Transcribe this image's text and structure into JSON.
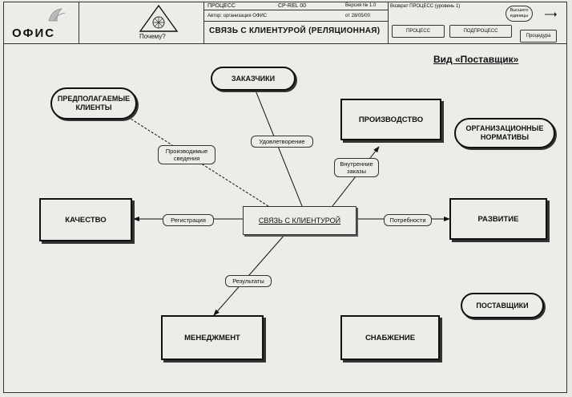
{
  "header": {
    "logo_text": "ОФИС",
    "why_label": "Почему?",
    "process_label": "ПРОЦЕСС",
    "code": "CP-REL 00",
    "version": "Версия № 1.0",
    "author": "Автор: организация ОФИС",
    "date": "от 28/05/00",
    "title": "СВЯЗЬ С КЛИЕНТУРОЙ (РЕЛЯЦИОННАЯ)",
    "return_label": "Возврат ПРОЦЕСС (уровень 1)",
    "higher_label": "Высшего единицы",
    "process_button": "ПРОЦЕСС",
    "subprocess_button": "ПОДПРОЦЕСС",
    "procedure_button": "Процедура"
  },
  "view_title": "Вид «Поставщик»",
  "nodes": {
    "customers": "ЗАКАЗЧИКИ",
    "prospective": "ПРЕДПОЛАГАЕМЫЕ КЛИЕНТЫ",
    "production": "ПРОИЗВОДСТВО",
    "org_norms": "ОРГАНИЗАЦИОННЫЕ НОРМАТИВЫ",
    "quality": "КАЧЕСТВО",
    "center": "СВЯЗЬ С КЛИЕНТУРОЙ",
    "development": "РАЗВИТИЕ",
    "suppliers": "ПОСТАВЩИКИ",
    "management": "МЕНЕДЖМЕНТ",
    "supply": "СНАБЖЕНИЕ"
  },
  "tags": {
    "produced_info": "Производимые сведения",
    "satisfaction": "Удовлетворение",
    "internal_orders": "Внутренние заказы",
    "registration": "Регистрация",
    "needs": "Потребности",
    "results": "Результаты"
  },
  "colors": {
    "background": "#ecece8",
    "ink": "#111111"
  }
}
